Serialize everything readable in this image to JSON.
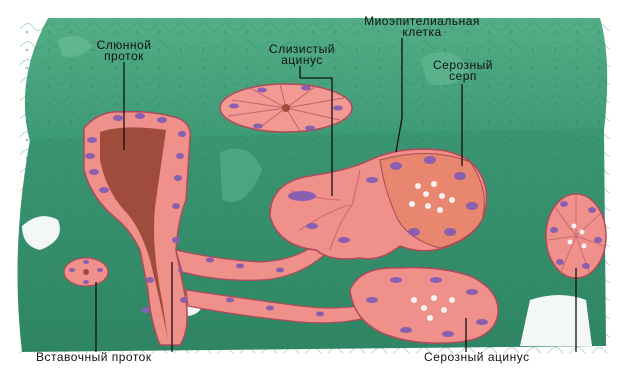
{
  "labels": {
    "salivary_duct": "Слюнной\nпроток",
    "mucous_acinus": "Слизистый\nацинус",
    "myoepithelial_cell": "Миоэпителиальная\nклетка",
    "serous_demilune": "Серозный\nсерп",
    "intercalated_duct": "Вставочный проток",
    "serous_acinus": "Серозный ацинус"
  },
  "colors": {
    "tissue_green": "#3f9e7a",
    "tissue_green_light": "#5fb58f",
    "epithelium_pink": "#f0908a",
    "nucleus_purple": "#8a5fb0",
    "lumen_brown": "#9a4a3a",
    "background": "#ffffff"
  }
}
